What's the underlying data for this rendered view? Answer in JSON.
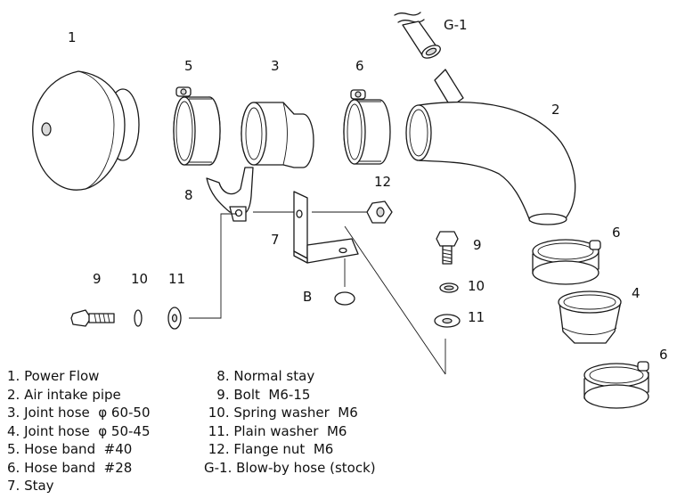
{
  "callouts": {
    "c1": "1",
    "c5": "5",
    "c3": "3",
    "c6a": "6",
    "g1": "G-1",
    "c2": "2",
    "c8": "8",
    "c12": "12",
    "c7": "7",
    "c9a": "9",
    "c6b": "6",
    "c9b": "9",
    "c10b": "10",
    "c11b": "11",
    "cB": "B",
    "c10a": "10",
    "c4": "4",
    "c11a": "11",
    "c6c": "6"
  },
  "legend": {
    "left": [
      "1. Power Flow",
      "2. Air intake pipe",
      "3. Joint hose  φ 60-50",
      "4. Joint hose  φ 50-45",
      "5. Hose band  #40",
      "6. Hose band  #28",
      "7. Stay"
    ],
    "right": [
      "   8. Normal stay",
      "   9. Bolt  M6-15",
      " 10. Spring washer  M6",
      " 11. Plain washer  M6",
      " 12. Flange nut  M6",
      "G-1. Blow-by hose (stock)"
    ]
  }
}
